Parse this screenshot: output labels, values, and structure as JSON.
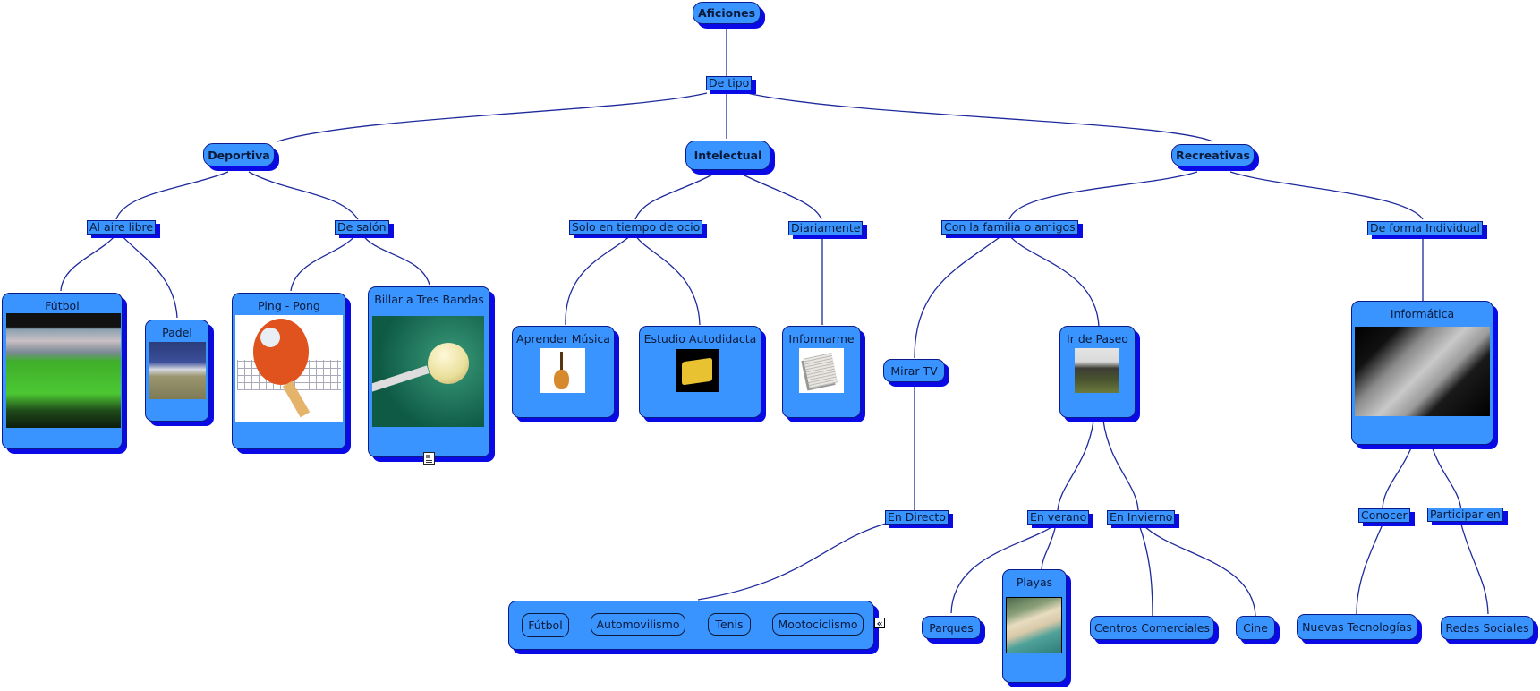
{
  "map": {
    "root": "Aficiones",
    "root_link": "De tipo",
    "categories": {
      "deportiva": "Deportiva",
      "intelectual": "Intelectual",
      "recreativas": "Recreativas"
    },
    "links": {
      "al_aire_libre": "Al aire libre",
      "de_salon": "De salón",
      "solo_ocio": "Solo en tiempo de ocio",
      "diariamente": "Diariamente",
      "familia_amigos": "Con la familia o amigos",
      "forma_individual": "De forma Individual",
      "en_directo": "En Directo",
      "en_verano": "En verano",
      "en_invierno": "En Invierno",
      "conocer": "Conocer",
      "participar": "Participar en"
    },
    "concepts": {
      "futbol": "Fútbol",
      "padel": "Padel",
      "ping_pong": "Ping - Pong",
      "billar": "Billar a Tres Bandas",
      "musica": "Aprender Música",
      "autodidacta": "Estudio Autodidacta",
      "informarme": "Informarme",
      "mirar_tv": "Mirar TV",
      "ir_paseo": "Ir de Paseo",
      "informatica": "Informática",
      "parques": "Parques",
      "playas": "Playas",
      "centros": "Centros Comerciales",
      "cine": "Cine",
      "nuevas_tec": "Nuevas Tecnologías",
      "redes": "Redes Sociales"
    },
    "nested_group": [
      "Fútbol",
      "Automovilismo",
      "Tenis",
      "Mootociclismo"
    ],
    "icons": {
      "resource": "document-image-icon",
      "collapse": "collapse-chevron-icon"
    },
    "colors": {
      "node_fill": "#3a94ff",
      "node_shadow": "#0a0ae6",
      "link_stroke": "#1e2a9c"
    }
  }
}
